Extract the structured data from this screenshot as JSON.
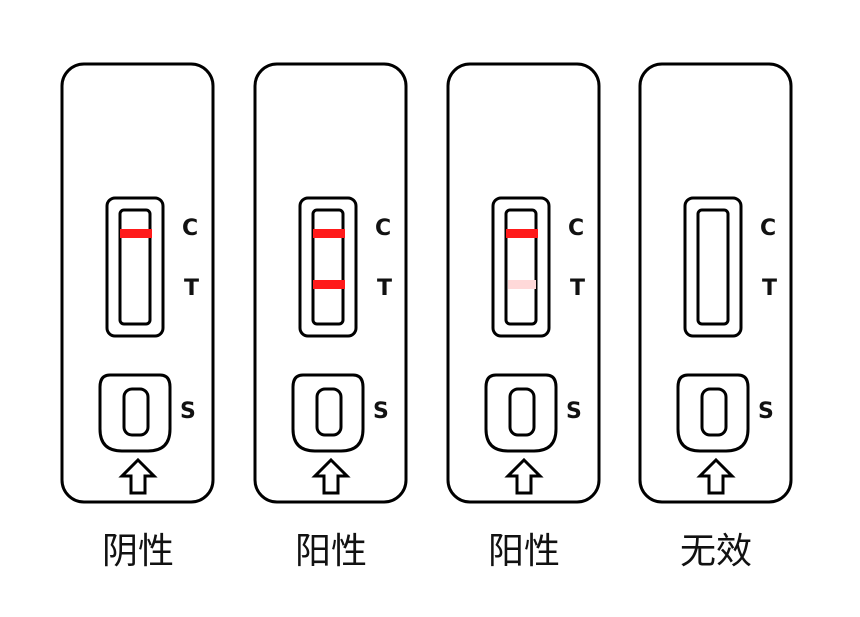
{
  "colors": {
    "outline": "#000000",
    "control_line": "#ff1a1a",
    "test_line_strong": "#ff1a1a",
    "test_line_faint": "#ffd9d9",
    "background": "#ffffff"
  },
  "markers": {
    "control": "C",
    "test": "T",
    "sample": "S"
  },
  "cassettes": [
    {
      "id": "negative",
      "result_label": "阴性",
      "control_line": true,
      "test_line": "none",
      "arrow_icon": "up-arrow-icon"
    },
    {
      "id": "positive-strong",
      "result_label": "阳性",
      "control_line": true,
      "test_line": "strong",
      "arrow_icon": "up-arrow-icon"
    },
    {
      "id": "positive-faint",
      "result_label": "阳性",
      "control_line": true,
      "test_line": "faint",
      "arrow_icon": "up-arrow-icon"
    },
    {
      "id": "invalid",
      "result_label": "无效",
      "control_line": false,
      "test_line": "none",
      "arrow_icon": "up-arrow-icon"
    }
  ]
}
